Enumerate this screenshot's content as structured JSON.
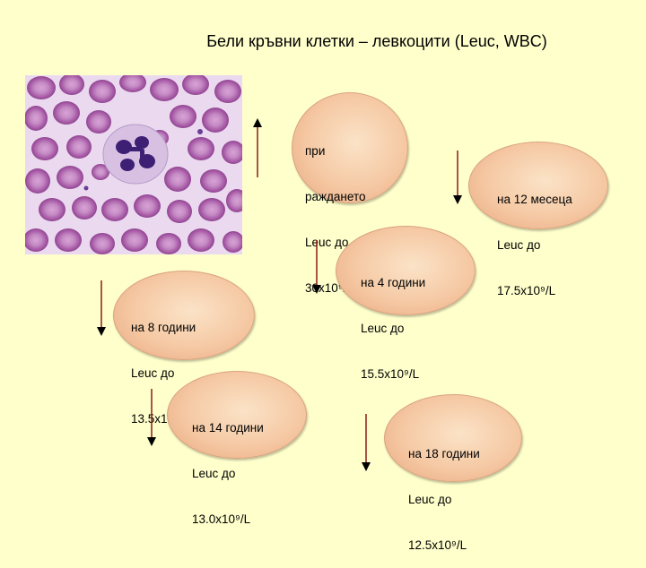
{
  "title": "Бели кръвни клетки – левкоцити (Leuc, WBC)",
  "colors": {
    "background": "#ffffcc",
    "bubble": "#f5c8a3",
    "arrow": "#8b1a1a",
    "rbc": "#b36ab0",
    "nucleus": "#3d1f74"
  },
  "bubbles": [
    {
      "id": "birth",
      "lines": [
        "при",
        "раждането",
        "Leuc до",
        "30x10⁹/L"
      ]
    },
    {
      "id": "m12",
      "lines": [
        "на 12 месеца",
        "Leuc до",
        "17.5x10⁹/L"
      ]
    },
    {
      "id": "y4",
      "lines": [
        "на 4 години",
        "Leuc до",
        "15.5x10⁹/L"
      ]
    },
    {
      "id": "y8",
      "lines": [
        "на 8 години",
        "Leuc до",
        "13.5x10⁹/L"
      ]
    },
    {
      "id": "y14",
      "lines": [
        "на 14 години",
        "Leuc до",
        "13.0x10⁹/L"
      ]
    },
    {
      "id": "y18",
      "lines": [
        "на 18 години",
        "Leuc до",
        "12.5x10⁹/L"
      ]
    }
  ],
  "arrows": [
    {
      "id": "birth",
      "direction": "up"
    },
    {
      "id": "m12",
      "direction": "down"
    },
    {
      "id": "y4",
      "direction": "down"
    },
    {
      "id": "y8",
      "direction": "down"
    },
    {
      "id": "y14",
      "direction": "down"
    },
    {
      "id": "y18",
      "direction": "down"
    }
  ]
}
